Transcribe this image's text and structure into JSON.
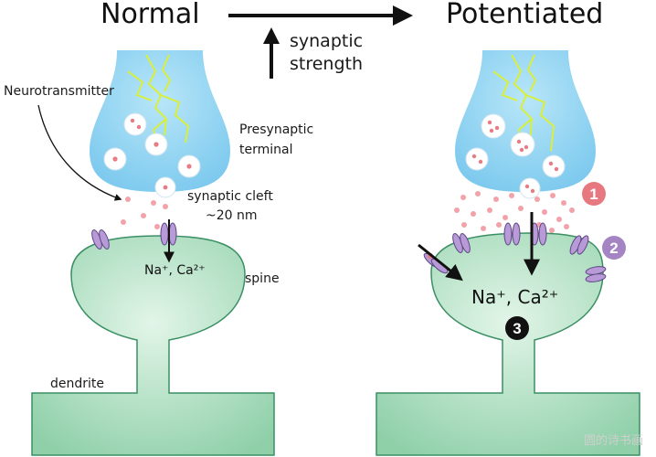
{
  "titles": {
    "left": "Normal",
    "right": "Potentiated"
  },
  "axis_label": [
    "synaptic",
    "strength"
  ],
  "labels": {
    "neurotransmitter": "Neurotransmitter",
    "presynaptic": [
      "Presynaptic",
      "terminal"
    ],
    "cleft": [
      "synaptic cleft",
      "~20 nm"
    ],
    "spine": "spine",
    "dendrite": "dendrite"
  },
  "ions": {
    "left": "Na⁺, Ca²⁺",
    "right": "Na⁺, Ca²⁺"
  },
  "markers": [
    {
      "num": "1",
      "color": "#e8787f"
    },
    {
      "num": "2",
      "color": "#a584c4"
    },
    {
      "num": "3",
      "color": "#111111"
    }
  ],
  "colors": {
    "presynaptic": "#8fd3f0",
    "spine": "#a8dcbc",
    "spine_outline": "#3a8f63",
    "receptor": "#b79ad6",
    "vesicle_dot": "#e87b84",
    "axon_lines": "#d9ef3a"
  },
  "watermark": "圆的诗书画"
}
